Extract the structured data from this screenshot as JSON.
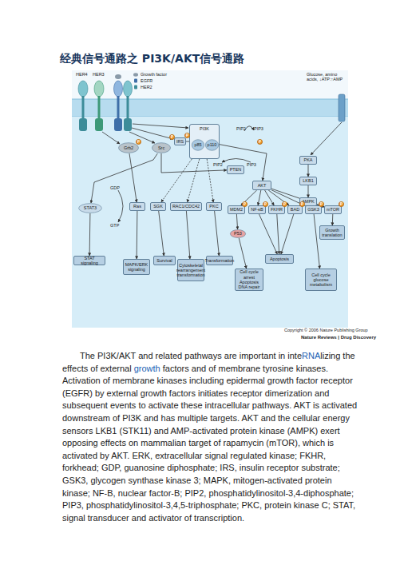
{
  "diagram": {
    "title": "经典信号通路之 PI3K/AKT信号通路",
    "nodes": [
      {
        "text": [
          "Grb2"
        ]
      },
      {
        "text": [
          "Src"
        ]
      },
      {
        "text": [
          "IRS"
        ]
      },
      {
        "text": [
          "PI3K"
        ]
      },
      {
        "text": [
          "p85"
        ],
        "in": 3
      },
      {
        "text": [
          "p110"
        ],
        "in": 3
      },
      {
        "text": [
          "PTEN"
        ]
      },
      {
        "text": [
          "AKT"
        ]
      },
      {
        "text": [
          "PKA"
        ]
      },
      {
        "text": [
          "LKB1"
        ]
      },
      {
        "text": [
          "AMPK"
        ]
      },
      {
        "text": [
          "STAT3"
        ]
      },
      {
        "text": [
          "Ras"
        ]
      },
      {
        "text": [
          "SGK"
        ]
      },
      {
        "text": [
          "RAC1/CDC42"
        ]
      },
      {
        "text": [
          "PKC"
        ]
      },
      {
        "text": [
          "MDM2"
        ]
      },
      {
        "text": [
          "NF-κB"
        ]
      },
      {
        "text": [
          "FKHR"
        ]
      },
      {
        "text": [
          "BAD"
        ]
      },
      {
        "text": [
          "GSK3"
        ]
      },
      {
        "text": [
          "mTOR"
        ]
      },
      {
        "text": [
          "P53"
        ]
      },
      {
        "text": [
          "Growth translation"
        ]
      },
      {
        "text": [
          "STAT signaling"
        ]
      },
      {
        "text": [
          "MAPK/ERK signaling"
        ]
      },
      {
        "text": [
          "Survival"
        ]
      },
      {
        "text": [
          "Cytoskeletal rearrangement transformation"
        ]
      },
      {
        "text": [
          "Transformation"
        ]
      },
      {
        "text": [
          "Cell cycle arrest Apoptosis DNA repair"
        ]
      },
      {
        "text": [
          "Apoptosis"
        ]
      },
      {
        "text": [
          "Cell cycle glucose metabolism"
        ]
      }
    ],
    "edges": [
      {
        "from": 0,
        "to": 12,
        "arrow": "to"
      },
      {
        "from": 1,
        "to": 11,
        "arrow": "to"
      },
      {
        "from": 1,
        "to": 6,
        "arrow": "to"
      },
      {
        "from": 2,
        "to": 3,
        "arrow": "none"
      },
      {
        "from": 3,
        "to": 13,
        "arrow": "to"
      },
      {
        "from": 3,
        "to": 14,
        "arrow": "to"
      },
      {
        "from": 3,
        "to": 15,
        "arrow": "to"
      },
      {
        "from": 3,
        "to": 7,
        "arrow": "to"
      },
      {
        "from": 7,
        "to": 16,
        "arrow": "to"
      },
      {
        "from": 7,
        "to": 17,
        "arrow": "to"
      },
      {
        "from": 7,
        "to": 18,
        "arrow": "to"
      },
      {
        "from": 7,
        "to": 19,
        "arrow": "to"
      },
      {
        "from": 7,
        "to": 20,
        "arrow": "to"
      },
      {
        "from": 7,
        "to": 21,
        "arrow": "to"
      },
      {
        "from": 8,
        "to": 9,
        "arrow": "to"
      },
      {
        "from": 9,
        "to": 10,
        "arrow": "to"
      },
      {
        "from": 10,
        "to": 21,
        "arrow": "to"
      },
      {
        "from": 11,
        "to": 24,
        "arrow": "to"
      },
      {
        "from": 12,
        "to": 25,
        "arrow": "to"
      },
      {
        "from": 13,
        "to": 26,
        "arrow": "to"
      },
      {
        "from": 14,
        "to": 27,
        "arrow": "to"
      },
      {
        "from": 15,
        "to": 28,
        "arrow": "to"
      },
      {
        "from": 16,
        "to": 22,
        "arrow": "to"
      },
      {
        "from": 22,
        "to": 29,
        "arrow": "to"
      },
      {
        "from": 17,
        "to": 30,
        "arrow": "to"
      },
      {
        "from": 18,
        "to": 30,
        "arrow": "to"
      },
      {
        "from": 19,
        "to": 30,
        "arrow": "to"
      },
      {
        "from": 20,
        "to": 31,
        "arrow": "to"
      },
      {
        "from": 21,
        "to": 23,
        "arrow": "to"
      }
    ],
    "labels": [
      "HER4",
      "HER3",
      "Glucose, amino acids, ↓ATP:↑AMP",
      "PIP2",
      "PIP3",
      "P",
      "P",
      "P",
      "P",
      "PIP2",
      "PIP3",
      "GDP",
      "GTP",
      "P",
      "P",
      "P",
      "P",
      "P",
      "P",
      "Copyright © 2006 Nature Publishing Group",
      "Nature Reviews | Drug Discovery",
      "The PI3K/AKT and related pathways are important in inte",
      "RNA",
      "lizing the effects of external ",
      "growth",
      " factors and of membrane tyrosine kinases. Activation of membrane kinases including epidermal growth factor receptor (EGFR) by external growth factors initiates receptor dimerization and subsequent events to activate these intracellular pathways. AKT is activated downstream of PI3K and has multiple targets. AKT and the cellular energy sensors LKB1 (STK11) and AMP-activated protein kinase (AMPK) exert opposing effects on mammalian target of rapamycin (mTOR), which is activated by AKT. ERK, extracellular signal regulated kinase; FKHR, forkhead; GDP, guanosine diphosphate; IRS, insulin receptor substrate; GSK3, glycogen synthase kinase 3; MAPK, mitogen-activated protein kinase; NF-B, nuclear factor-B; PIP2, phosphatidylinositol-3,4-diphosphate; PIP3, phosphatidylinositol-3,4,5-triphosphate; PKC, protein kinase C; STAT, signal transducer and activator of transcription."
    ],
    "legend": [
      {
        "text": "Growth factor"
      },
      {
        "text": "EGFR"
      },
      {
        "text": "HER2"
      }
    ]
  }
}
